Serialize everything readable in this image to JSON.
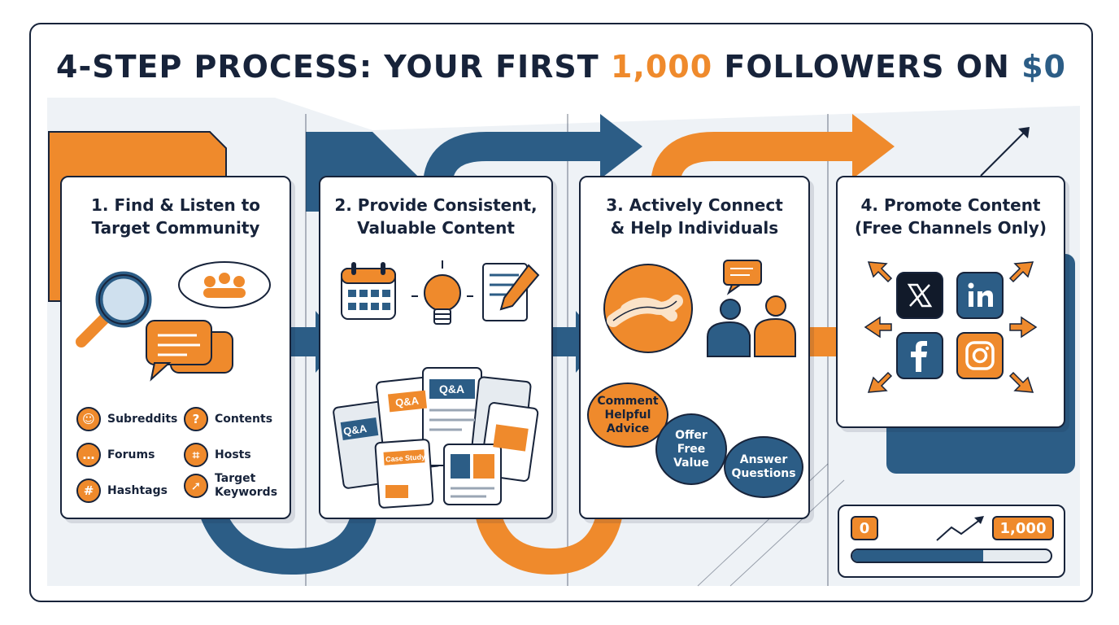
{
  "title": {
    "part1": "4-STEP PROCESS: YOUR FIRST ",
    "highlight_number": "1,000",
    "part2": " FOLLOWERS ON ",
    "highlight_price": "$0"
  },
  "colors": {
    "navy": "#17233a",
    "blue": "#2c5d86",
    "orange": "#ef8a2c",
    "light": "#e9eef3"
  },
  "steps": [
    {
      "title_line1": "1. Find & Listen to",
      "title_line2": "Target Community",
      "icons": [
        "magnifier-icon",
        "community-cloud-icon",
        "chat-bubbles-icon"
      ],
      "items": [
        {
          "label": "Subreddits",
          "icon": "reddit-icon"
        },
        {
          "label": "Contents",
          "icon": "content-icon"
        },
        {
          "label": "Forums",
          "icon": "forum-icon"
        },
        {
          "label": "Hosts",
          "icon": "crop-icon"
        },
        {
          "label": "Hashtags",
          "icon": "hashtag-icon"
        },
        {
          "label": "Target",
          "label2": "Keywords",
          "icon": "cursor-icon"
        }
      ]
    },
    {
      "title_line1": "2. Provide Consistent,",
      "title_line2": "Valuable Content",
      "icons": [
        "calendar-icon",
        "lightbulb-icon",
        "edit-document-icon"
      ],
      "docs": [
        "Q&A",
        "Q&A",
        "Q&A",
        "Case Study"
      ]
    },
    {
      "title_line1": "3. Actively Connect",
      "title_line2": "& Help Individuals",
      "icons": [
        "handshake-icon",
        "conversation-icon"
      ],
      "bubbles": [
        {
          "line1": "Comment",
          "line2": "Helpful",
          "line3": "Advice"
        },
        {
          "line1": "Offer",
          "line2": "Free",
          "line3": "Value"
        },
        {
          "line1": "Answer",
          "line2": "Questions"
        }
      ]
    },
    {
      "title_line1": "4. Promote Content",
      "title_line2": "(Free Channels Only)",
      "socials": [
        "x-icon",
        "linkedin-icon",
        "facebook-icon",
        "instagram-icon"
      ]
    }
  ],
  "progress": {
    "start": "0",
    "end": "1,000",
    "fill": 0.66
  }
}
